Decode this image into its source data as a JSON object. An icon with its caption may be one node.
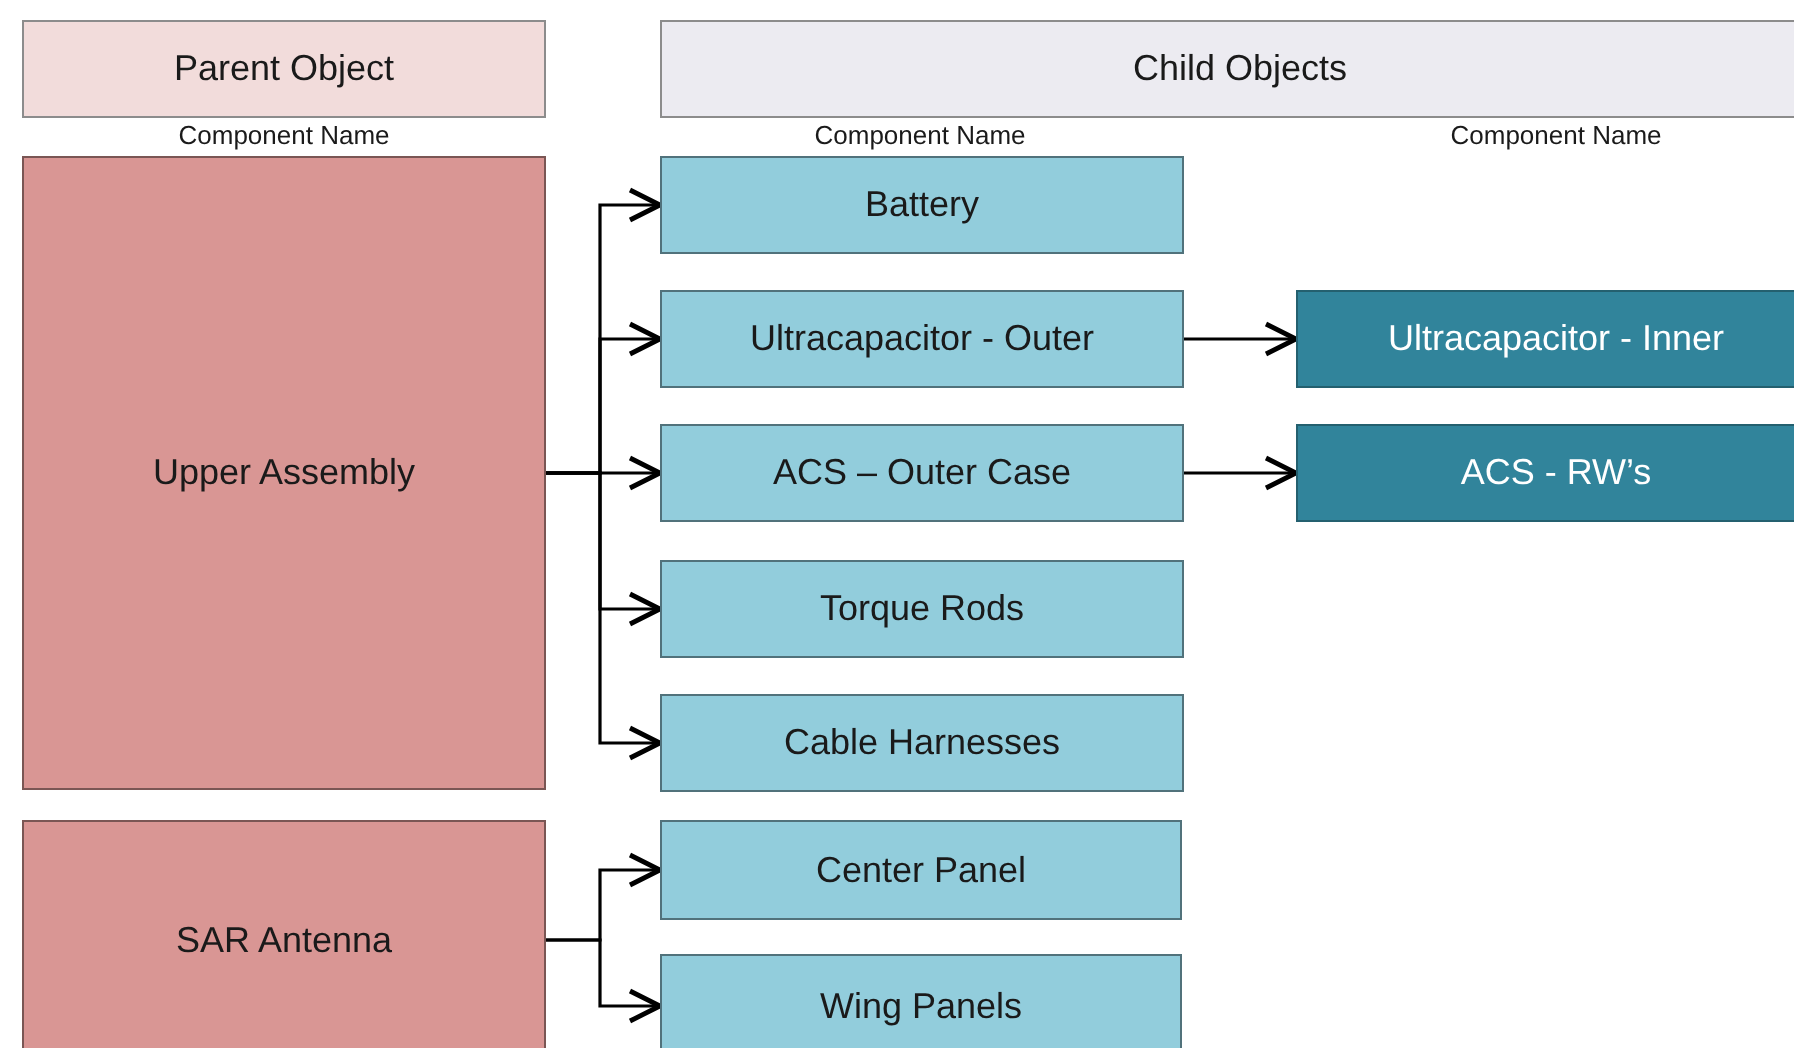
{
  "diagram": {
    "nodes": [
      {
        "text": [
          "Parent Object"
        ]
      },
      {
        "text": [
          "Child Objects"
        ]
      },
      {
        "text": [
          "Upper Assembly"
        ]
      },
      {
        "text": [
          "Battery"
        ]
      },
      {
        "text": [
          "Ultracapacitor - Outer"
        ]
      },
      {
        "text": [
          "Ultracapacitor - Inner"
        ]
      },
      {
        "text": [
          "ACS – Outer Case"
        ]
      },
      {
        "text": [
          "ACS - RW’s"
        ]
      },
      {
        "text": [
          "Torque Rods"
        ]
      },
      {
        "text": [
          "Cable Harnesses"
        ]
      },
      {
        "text": [
          "SAR Antenna"
        ]
      },
      {
        "text": [
          "Center Panel"
        ]
      },
      {
        "text": [
          "Wing Panels"
        ]
      }
    ],
    "edges": [
      {
        "from": 2,
        "to": 3,
        "arrow": "to"
      },
      {
        "from": 2,
        "to": 4,
        "arrow": "to"
      },
      {
        "from": 2,
        "to": 6,
        "arrow": "to"
      },
      {
        "from": 2,
        "to": 8,
        "arrow": "to"
      },
      {
        "from": 2,
        "to": 9,
        "arrow": "to"
      },
      {
        "from": 4,
        "to": 5,
        "arrow": "to"
      },
      {
        "from": 6,
        "to": 7,
        "arrow": "to"
      },
      {
        "from": 10,
        "to": 11,
        "arrow": "to"
      },
      {
        "from": 10,
        "to": 12,
        "arrow": "to"
      }
    ],
    "labels": [
      "Component Name",
      "Component Name",
      "Component Name"
    ]
  }
}
